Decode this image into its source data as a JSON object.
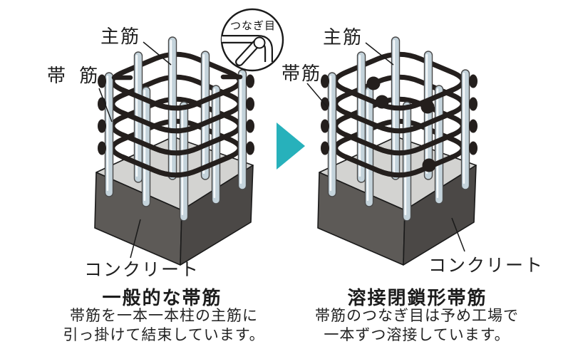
{
  "colors": {
    "arrow_teal": "#27b1bb",
    "rebar_fill": "#c4d3db",
    "rebar_outline": "#4a4a4a",
    "hoop_dark": "#241f1d",
    "concrete_top": "#d3d3d1",
    "concrete_left": "#5d5a57",
    "concrete_right": "#4b4846",
    "line_black": "#1a1a1a"
  },
  "left_panel": {
    "label_main_bar": "主筋",
    "label_hoop": "帯 筋",
    "label_concrete": "コンクリート",
    "title": "一般的な帯筋",
    "description_line1": "帯筋を一本一本柱の主筋に",
    "description_line2": "引っ掛けて結束しています。"
  },
  "inset": {
    "label": "つなぎ目"
  },
  "right_panel": {
    "label_main_bar": "主筋",
    "label_hoop": "帯筋",
    "label_concrete": "コンクリート",
    "title": "溶接閉鎖形帯筋",
    "description_line1": "帯筋のつなぎ目は予め工場で",
    "description_line2": "一本ずつ溶接しています。"
  }
}
